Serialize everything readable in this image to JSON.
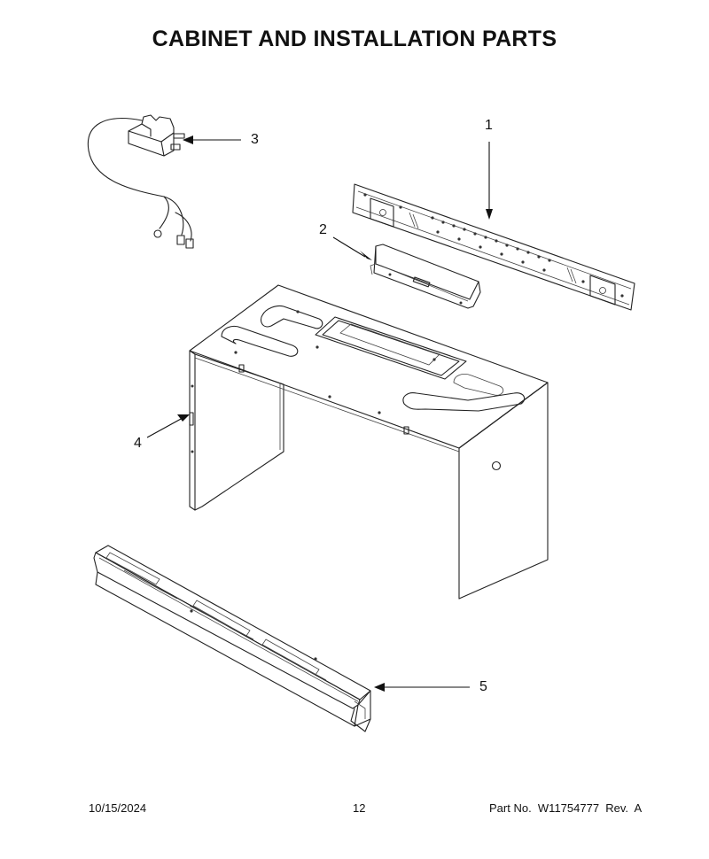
{
  "title": "CABINET AND INSTALLATION PARTS",
  "callouts": {
    "c1": "1",
    "c2": "2",
    "c3": "3",
    "c4": "4",
    "c5": "5"
  },
  "footer": {
    "date": "10/15/2024",
    "page": "12",
    "part_no": "Part No.  W11754777  Rev.  A"
  }
}
